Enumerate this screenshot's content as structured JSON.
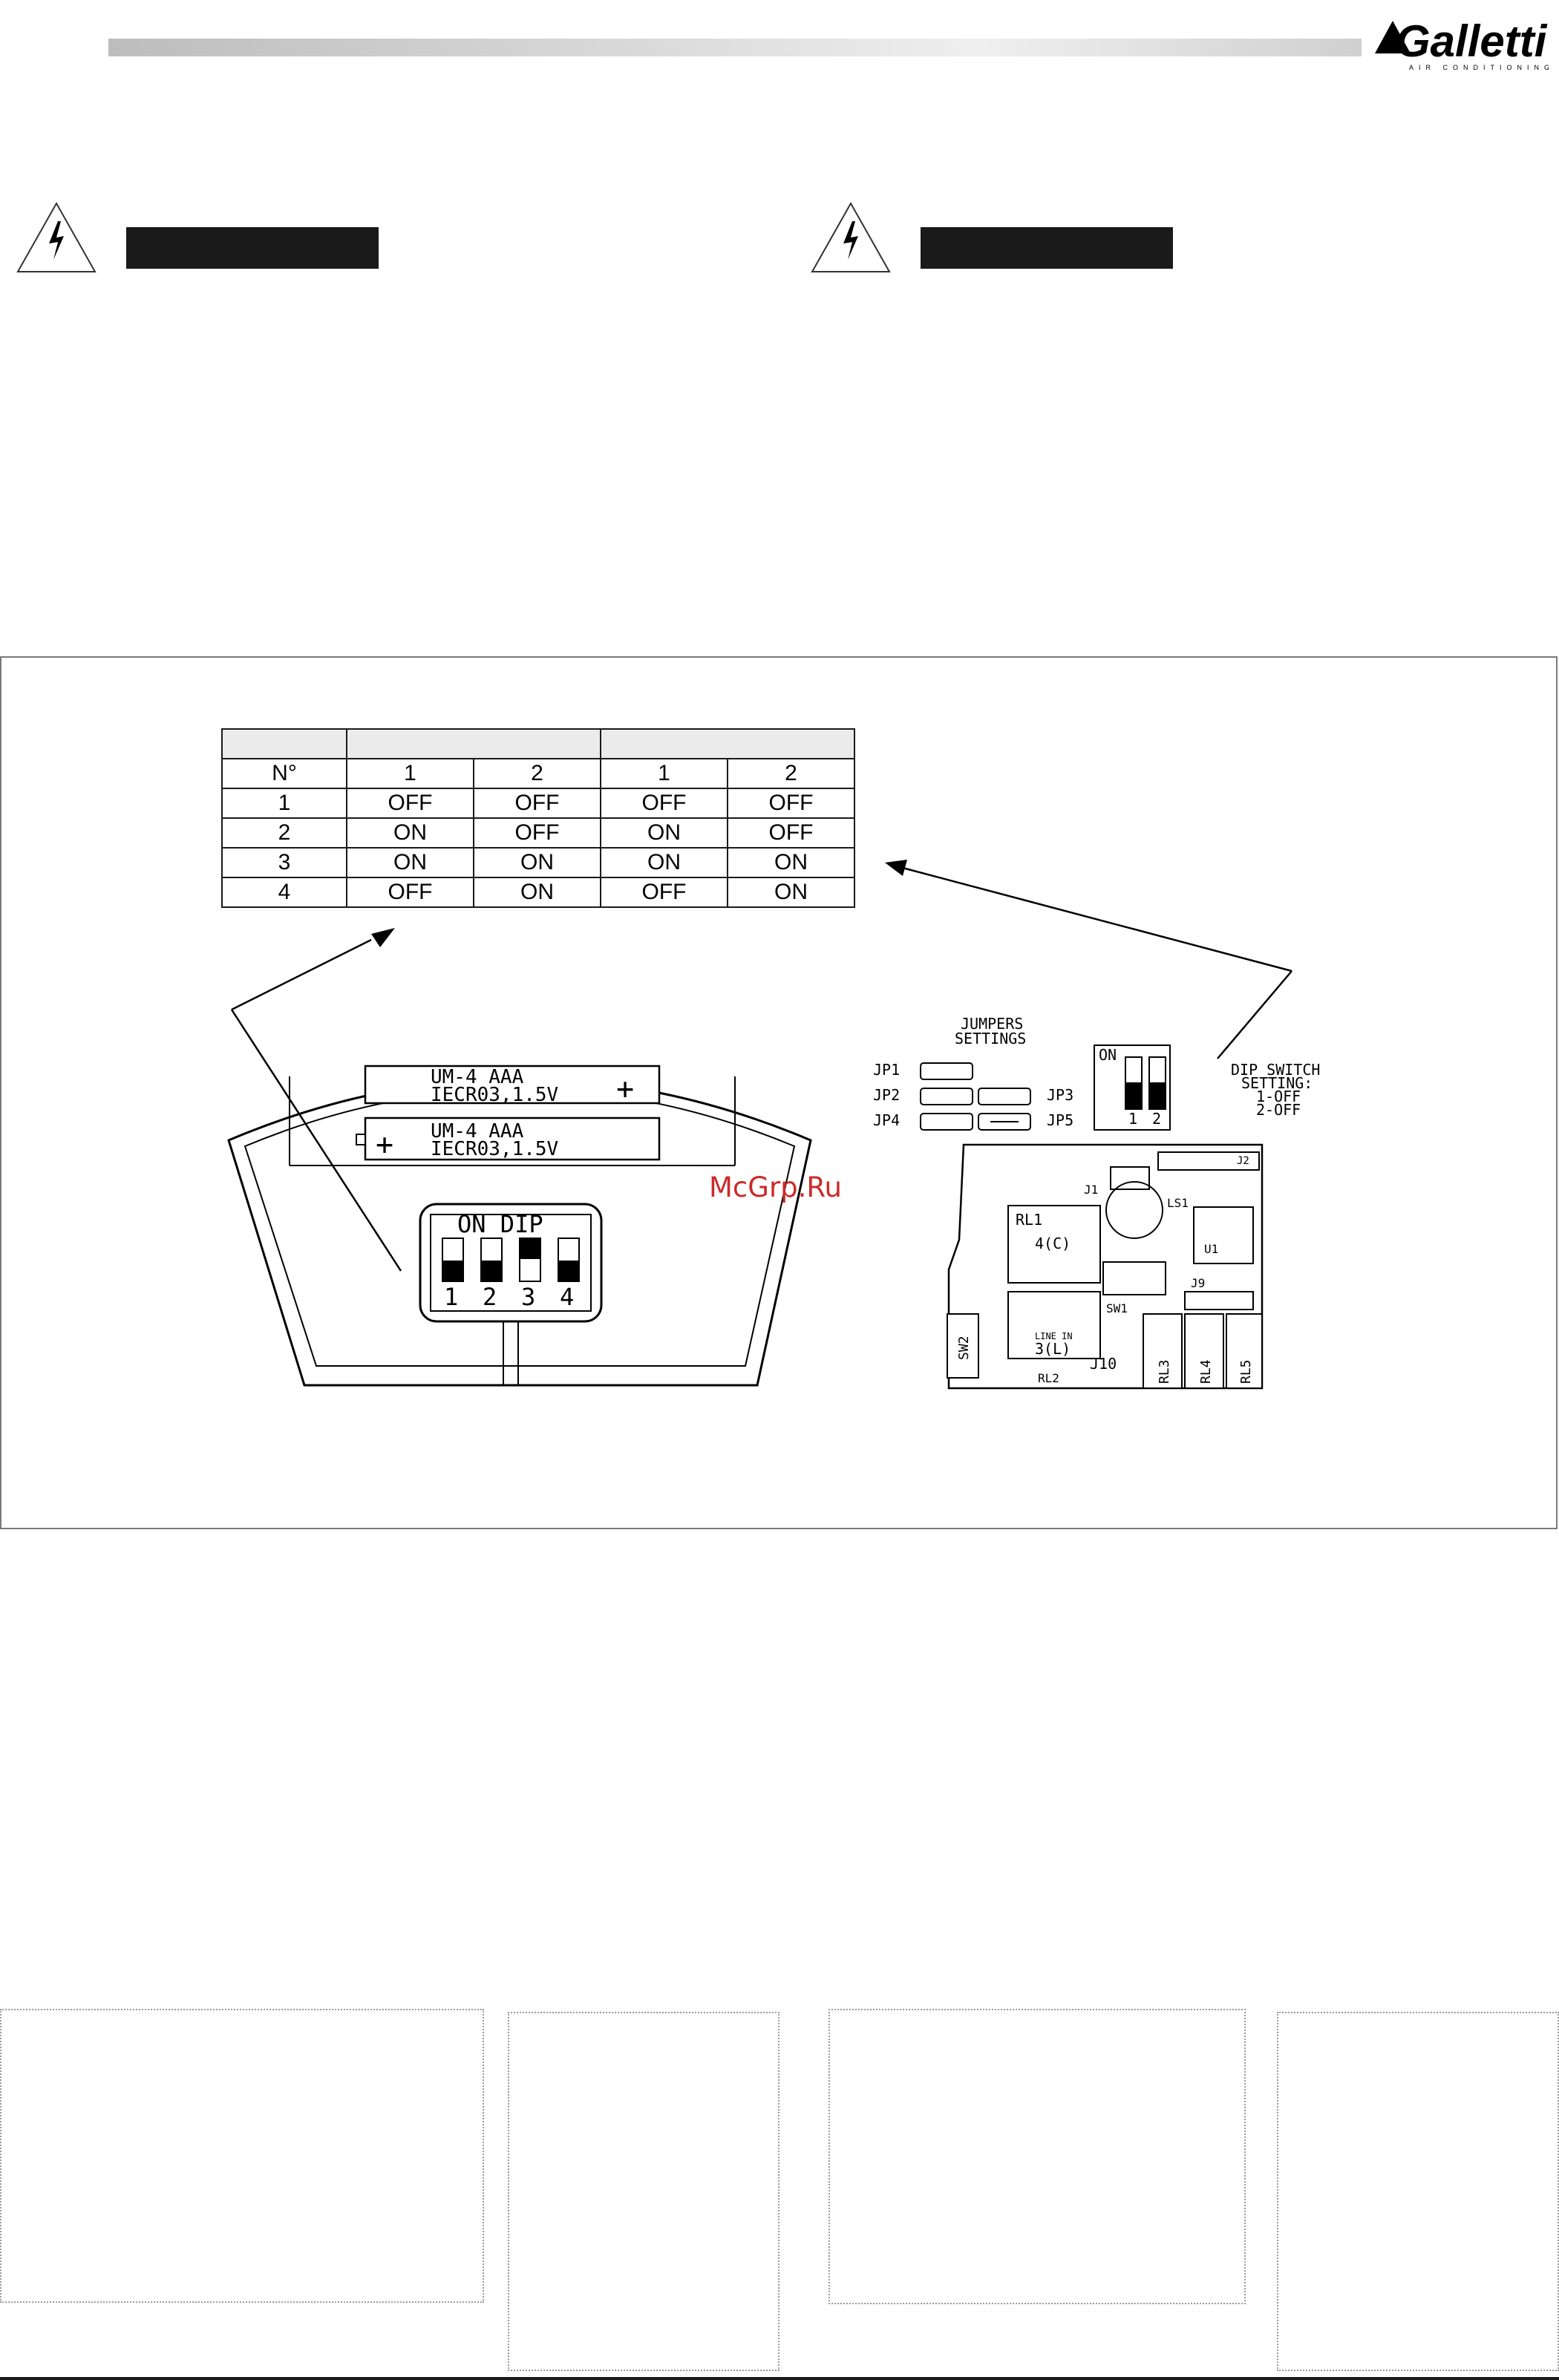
{
  "header": {
    "brand": "Galletti",
    "brand_sub": "AIR CONDITIONING",
    "logo_mark": "logo-mark-icon"
  },
  "warnings": [
    {
      "icon": "high-voltage-warning-icon",
      "label": ""
    },
    {
      "icon": "high-voltage-warning-icon",
      "label": ""
    }
  ],
  "table": {
    "header_row": [
      "",
      "",
      ""
    ],
    "columns": [
      "N°",
      "1",
      "2",
      "1",
      "2"
    ],
    "rows": [
      [
        "1",
        "OFF",
        "OFF",
        "OFF",
        "OFF"
      ],
      [
        "2",
        "ON",
        "OFF",
        "ON",
        "OFF"
      ],
      [
        "3",
        "ON",
        "ON",
        "ON",
        "ON"
      ],
      [
        "4",
        "OFF",
        "ON",
        "OFF",
        "ON"
      ]
    ]
  },
  "remote": {
    "battery1_line1": "UM-4   AAA",
    "battery1_line2": "IECR03,1.5V",
    "battery2_line1": "UM-4   AAA",
    "battery2_line2": "IECR03,1.5V",
    "plus": "+",
    "dip_title": "ON  DIP",
    "dip_numbers": [
      "1",
      "2",
      "3",
      "4"
    ]
  },
  "board": {
    "jumpers_title_1": "JUMPERS",
    "jumpers_title_2": "SETTINGS",
    "jumper_labels": [
      "JP1",
      "JP2",
      "JP3",
      "JP4",
      "JP5"
    ],
    "dip_on": "ON",
    "dip_numbers": [
      "1",
      "2"
    ],
    "dip_setting_1": "DIP SWITCH",
    "dip_setting_2": "SETTING:",
    "dip_setting_3": "1-OFF",
    "dip_setting_4": "2-OFF",
    "components": [
      "J2",
      "J1",
      "LS1",
      "RL1",
      "4(C)",
      "U1",
      "SW1",
      "J9",
      "SW2",
      "LINE IN",
      "3(L)",
      "J10",
      "RL2",
      "RL3",
      "RL4",
      "RL5"
    ]
  },
  "watermark": "McGrp.Ru"
}
